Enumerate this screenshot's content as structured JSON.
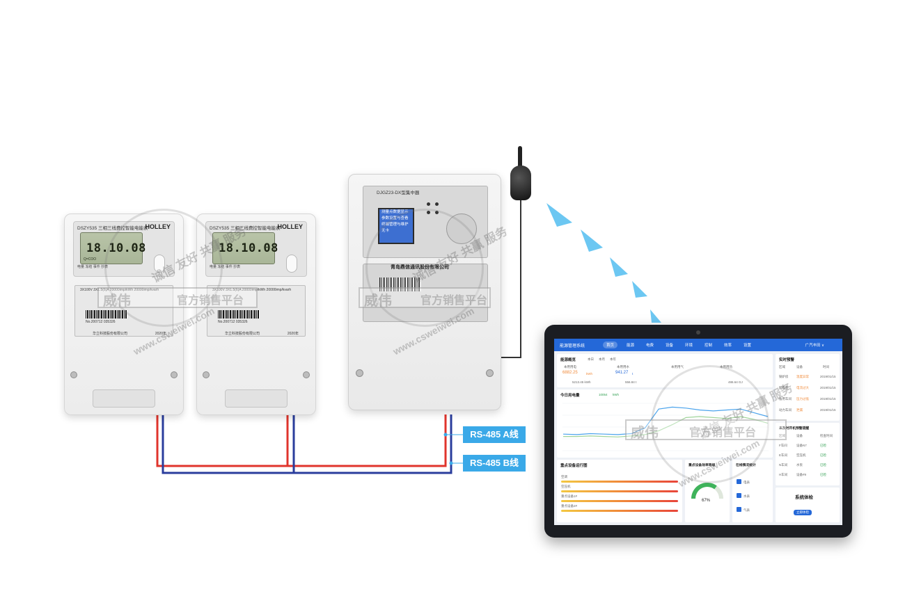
{
  "labels": {
    "rs485_a": "RS-485 A线",
    "rs485_b": "RS-485 B线"
  },
  "colors": {
    "wire_red": "#e0342c",
    "wire_blue": "#2a3d9c",
    "label_bg": "#3aa9e8",
    "signal_arrow": "#6cc7f2",
    "app_accent": "#2468d8",
    "antenna_cable": "#333333"
  },
  "meters": [
    {
      "model": "DSZY535 三相三线费控智能电能表",
      "brand": "HOLLEY",
      "reading": "18.10.08",
      "lcd_small": "Q=COO",
      "buttons": "电量   冻结   事件   抄表",
      "spec": "3X100V  3X1.5(6)A   20000imp/kWh  20000imp/kvarh",
      "serial": "No.200712 035326",
      "maker": "华立科技股份有限公司",
      "year": "2020年"
    },
    {
      "model": "DSZY535 三相三线费控智能电能表",
      "brand": "HOLLEY",
      "reading": "18.10.08",
      "lcd_small": "",
      "buttons": "电量   冻结   事件   抄表",
      "spec": "3X100V  3X1.5(6)A   20000imp/kWh  20000imp/kvarh",
      "serial": "No.200712 035326",
      "maker": "华立科技股份有限公司",
      "year": "2020年"
    }
  ],
  "concentrator": {
    "title": "DJGZ23-DX型集中器",
    "screen_lines": [
      "测量点数据显示",
      "参数设置与查看",
      "终端管理与维护",
      "",
      "无卡"
    ],
    "company": "青岛鼎信通讯股份有限公司"
  },
  "tablet": {
    "app_title": "能源管理系统",
    "nav": [
      "首页",
      "能源",
      "电费",
      "设备",
      "环境",
      "控制",
      "效率",
      "设置"
    ],
    "user": "广汽丰田 ∨",
    "overview": {
      "title": "能源概览",
      "tabs": [
        "本日",
        "本月",
        "本年"
      ],
      "kpis": [
        {
          "label": "本用用电",
          "value": "6882.25",
          "unit": "kWh",
          "prev": "5213.45 kWh"
        },
        {
          "label": "本用用水",
          "value": "941.27",
          "unit": "t",
          "prev": "556.84 t"
        },
        {
          "label": "本用用气",
          "value": "",
          "unit": "",
          "prev": ""
        },
        {
          "label": "本用用热",
          "value": "",
          "unit": "",
          "prev": "486.64 GJ"
        }
      ]
    },
    "today_power": {
      "title": "今日用电量",
      "value": "10054",
      "unit": "kWh",
      "chart_data": {
        "type": "line",
        "series": [
          {
            "name": "",
            "values": [
              35,
              34,
              36,
              35,
              34,
              36,
              48,
              88,
              92,
              90,
              86,
              84,
              86,
              88,
              80,
              72
            ]
          },
          {
            "name": "",
            "values": [
              30,
              30,
              31,
              30,
              29,
              31,
              34,
              42,
              55,
              70,
              72,
              70,
              68,
              72,
              66,
              58
            ]
          }
        ],
        "ylim": [
          0,
          100
        ]
      }
    },
    "alarms": {
      "title": "实时预警",
      "cols": [
        "区域",
        "设备",
        "时间"
      ],
      "rows": [
        {
          "area": "锅炉房",
          "device": "温度异常",
          "time": "2019/01/15"
        },
        {
          "area": "配电室",
          "device": "电流过大",
          "time": "2019/01/15"
        },
        {
          "area": "备用车间",
          "device": "压力过低",
          "time": "2019/01/15"
        },
        {
          "area": "动力车间",
          "device": "泄漏",
          "time": "2019/01/15"
        }
      ]
    },
    "maintenance": {
      "title": "未及时开机预警提醒",
      "cols": [
        "区域",
        "设备",
        "检查时间"
      ],
      "rows": [
        {
          "area": "F车间",
          "device": "设备N7",
          "status": "已检"
        },
        {
          "area": "E车间",
          "device": "空压机",
          "status": "已检"
        },
        {
          "area": "N车间",
          "device": "水泵",
          "status": "已检"
        },
        {
          "area": "H车间",
          "device": "设备#9",
          "status": "已检"
        }
      ]
    },
    "heavy_equip": {
      "title": "重点设备运行图",
      "rows": [
        "空调",
        "空压机",
        "重点设备1#",
        "重点设备2#"
      ]
    },
    "efficiency": {
      "title": "重点设备效率等级",
      "value": "67%"
    },
    "monitor": {
      "title": "在线情况统计",
      "items": [
        "电表",
        "水表",
        "气表"
      ]
    },
    "checkup": {
      "title": "系统体检",
      "button": "立即体检"
    }
  },
  "watermark": {
    "brand": "威伟",
    "tagline": "官方销售平台",
    "url": "www.csweiwei.com",
    "ring_text": "诚信 友好 共赢 服务"
  }
}
